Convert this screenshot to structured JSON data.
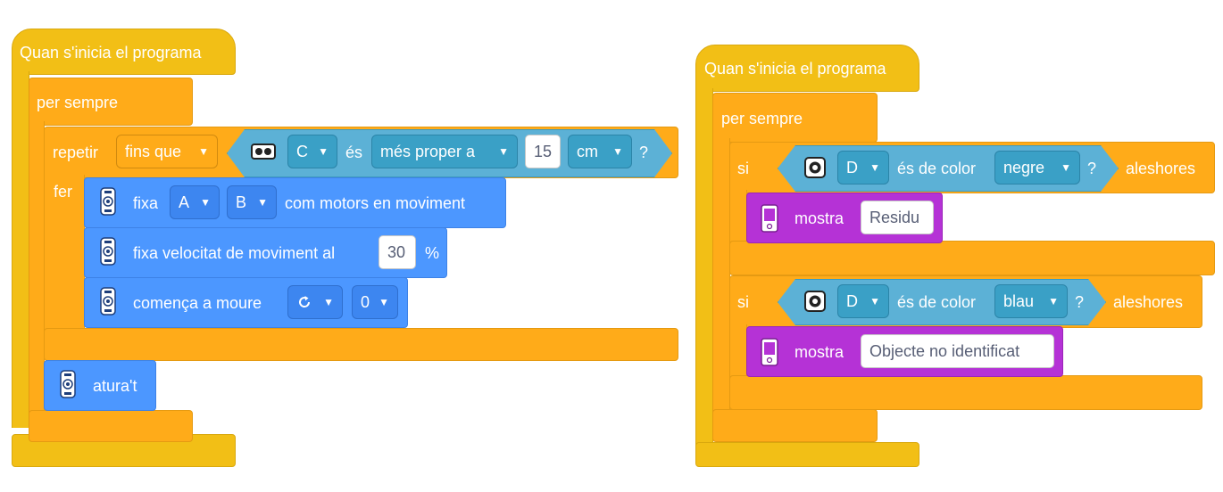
{
  "script_left": {
    "hat_label": "Quan s'inicia el programa",
    "forever_label": "per sempre",
    "repeat": {
      "label": "repetir",
      "mode": "fins que",
      "do_label": "fer",
      "condition": {
        "port": "C",
        "is_label": "és",
        "comparison": "més proper a",
        "value": "15",
        "unit": "cm",
        "question": "?"
      }
    },
    "set_motors": {
      "label_pre": "fixa",
      "motor_1": "A",
      "motor_2": "B",
      "label_post": "com motors en moviment"
    },
    "set_speed": {
      "label": "fixa velocitat de moviment al",
      "value": "30",
      "unit": "%"
    },
    "start_move": {
      "label": "comença a moure",
      "direction_icon": "rotate-clockwise-icon",
      "value": "0"
    },
    "stop": {
      "label": "atura't"
    }
  },
  "script_right": {
    "hat_label": "Quan s'inicia el programa",
    "forever_label": "per sempre",
    "if_1": {
      "label": "si",
      "port": "D",
      "is_color_label": "és de color",
      "color": "negre",
      "question": "?",
      "then_label": "aleshores",
      "display_label": "mostra",
      "display_text": "Residu"
    },
    "if_2": {
      "label": "si",
      "port": "D",
      "is_color_label": "és de color",
      "color": "blau",
      "question": "?",
      "then_label": "aleshores",
      "display_label": "mostra",
      "display_text": "Objecte no identificat"
    }
  },
  "colors": {
    "events": "#f2bf16",
    "control": "#ffab19",
    "movement": "#4c97ff",
    "sensors": "#5cb1d6",
    "display": "#b532d6"
  }
}
